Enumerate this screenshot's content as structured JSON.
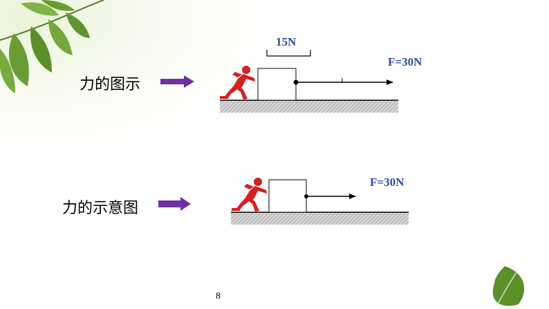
{
  "diagram1": {
    "label": "力的图示",
    "scale_label": "15N",
    "force_label": "F=30N"
  },
  "diagram2": {
    "label": "力的示意图",
    "force_label": "F=30N"
  },
  "page_number": "8",
  "colors": {
    "label_arrow": "#7030a0",
    "force_text": "#2b4ba0",
    "person": "#d42020",
    "ground_hatch": "#888888",
    "leaf": "#5a8f2a"
  }
}
